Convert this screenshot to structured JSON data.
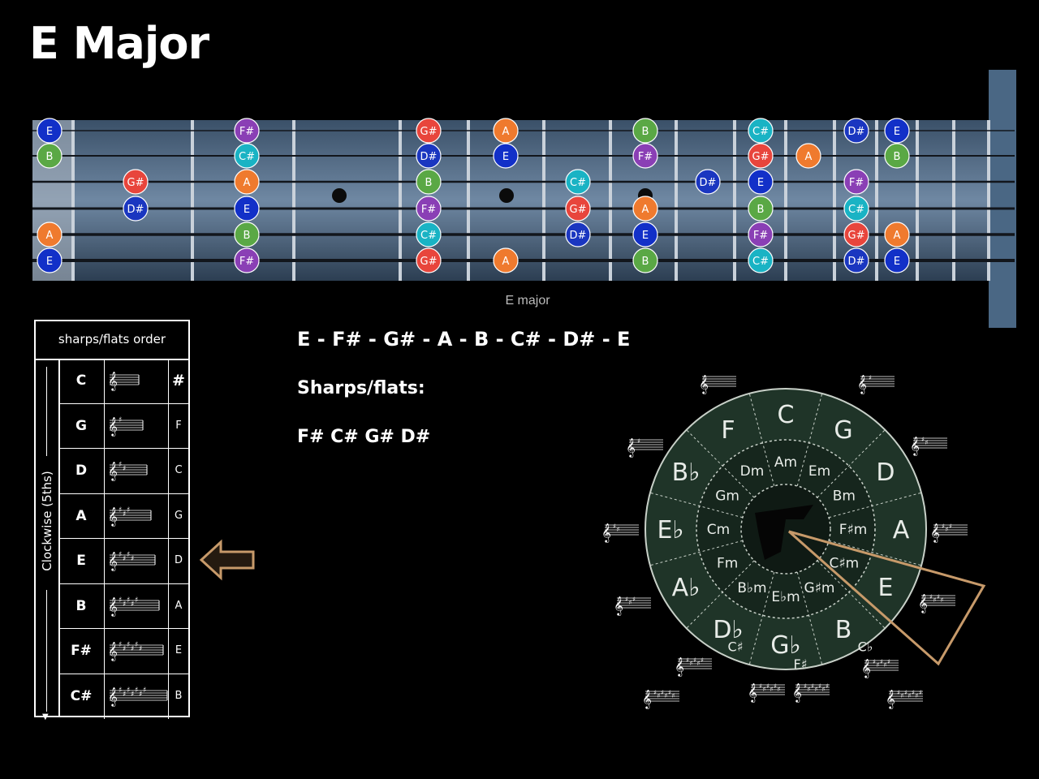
{
  "title": "E Major",
  "fretboard": {
    "caption": "E major",
    "colors": {
      "E": "#1230c8",
      "B": "#5aa845",
      "F#": "#8a3fb5",
      "C#": "#19b3c4",
      "G#": "#e8453c",
      "D#": "#1a36c0",
      "A": "#ef7a2e"
    },
    "notes": [
      {
        "string": 1,
        "fret": 0,
        "note": "E"
      },
      {
        "string": 1,
        "fret": 2,
        "note": "F#"
      },
      {
        "string": 1,
        "fret": 4,
        "note": "G#"
      },
      {
        "string": 1,
        "fret": 5,
        "note": "A"
      },
      {
        "string": 1,
        "fret": 7,
        "note": "B"
      },
      {
        "string": 1,
        "fret": 9,
        "note": "C#"
      },
      {
        "string": 1,
        "fret": 11,
        "note": "D#"
      },
      {
        "string": 1,
        "fret": 12,
        "note": "E"
      },
      {
        "string": 2,
        "fret": 0,
        "note": "B"
      },
      {
        "string": 2,
        "fret": 2,
        "note": "C#"
      },
      {
        "string": 2,
        "fret": 4,
        "note": "D#"
      },
      {
        "string": 2,
        "fret": 5,
        "note": "E"
      },
      {
        "string": 2,
        "fret": 7,
        "note": "F#"
      },
      {
        "string": 2,
        "fret": 9,
        "note": "G#"
      },
      {
        "string": 2,
        "fret": 10,
        "note": "A"
      },
      {
        "string": 2,
        "fret": 12,
        "note": "B"
      },
      {
        "string": 3,
        "fret": 1,
        "note": "G#"
      },
      {
        "string": 3,
        "fret": 2,
        "note": "A"
      },
      {
        "string": 3,
        "fret": 4,
        "note": "B"
      },
      {
        "string": 3,
        "fret": 6,
        "note": "C#"
      },
      {
        "string": 3,
        "fret": 8,
        "note": "D#"
      },
      {
        "string": 3,
        "fret": 9,
        "note": "E"
      },
      {
        "string": 3,
        "fret": 11,
        "note": "F#"
      },
      {
        "string": 4,
        "fret": 1,
        "note": "D#"
      },
      {
        "string": 4,
        "fret": 2,
        "note": "E"
      },
      {
        "string": 4,
        "fret": 4,
        "note": "F#"
      },
      {
        "string": 4,
        "fret": 6,
        "note": "G#"
      },
      {
        "string": 4,
        "fret": 7,
        "note": "A"
      },
      {
        "string": 4,
        "fret": 9,
        "note": "B"
      },
      {
        "string": 4,
        "fret": 11,
        "note": "C#"
      },
      {
        "string": 5,
        "fret": 0,
        "note": "A"
      },
      {
        "string": 5,
        "fret": 2,
        "note": "B"
      },
      {
        "string": 5,
        "fret": 4,
        "note": "C#"
      },
      {
        "string": 5,
        "fret": 6,
        "note": "D#"
      },
      {
        "string": 5,
        "fret": 7,
        "note": "E"
      },
      {
        "string": 5,
        "fret": 9,
        "note": "F#"
      },
      {
        "string": 5,
        "fret": 11,
        "note": "G#"
      },
      {
        "string": 5,
        "fret": 12,
        "note": "A"
      },
      {
        "string": 6,
        "fret": 0,
        "note": "E"
      },
      {
        "string": 6,
        "fret": 2,
        "note": "F#"
      },
      {
        "string": 6,
        "fret": 4,
        "note": "G#"
      },
      {
        "string": 6,
        "fret": 5,
        "note": "A"
      },
      {
        "string": 6,
        "fret": 7,
        "note": "B"
      },
      {
        "string": 6,
        "fret": 9,
        "note": "C#"
      },
      {
        "string": 6,
        "fret": 11,
        "note": "D#"
      },
      {
        "string": 6,
        "fret": 12,
        "note": "E"
      }
    ]
  },
  "table": {
    "header": "sharps/flats order",
    "side_label": "Clockwise (5ths)",
    "acc_header": "#",
    "rows": [
      {
        "key": "C",
        "sharps": 0,
        "acc": "#"
      },
      {
        "key": "G",
        "sharps": 1,
        "acc": "F"
      },
      {
        "key": "D",
        "sharps": 2,
        "acc": "C"
      },
      {
        "key": "A",
        "sharps": 3,
        "acc": "G"
      },
      {
        "key": "E",
        "sharps": 4,
        "acc": "D"
      },
      {
        "key": "B",
        "sharps": 5,
        "acc": "A"
      },
      {
        "key": "F#",
        "sharps": 6,
        "acc": "E"
      },
      {
        "key": "C#",
        "sharps": 7,
        "acc": "B"
      }
    ]
  },
  "scale_line": "E - F# - G# - A - B - C# - D# - E",
  "sharps_flats_label": "Sharps/flats:",
  "sharps_flats_list": "F# C# G# D#",
  "circle": {
    "outer": [
      "C",
      "G",
      "D",
      "A",
      "E",
      "B",
      "G♭",
      "D♭",
      "A♭",
      "E♭",
      "B♭",
      "F"
    ],
    "outer_extra": {
      "6": "F♯",
      "7": "C♯",
      "5": "C♭"
    },
    "inner": [
      "Am",
      "Em",
      "Bm",
      "F♯m",
      "C♯m",
      "G♯m",
      "E♭m",
      "B♭m",
      "Fm",
      "Cm",
      "Gm",
      "Dm"
    ],
    "colors": {
      "ring": "#1f3428",
      "inner": "#16261d",
      "center": "#0f1a14",
      "pointer": "#c79a6a"
    }
  }
}
